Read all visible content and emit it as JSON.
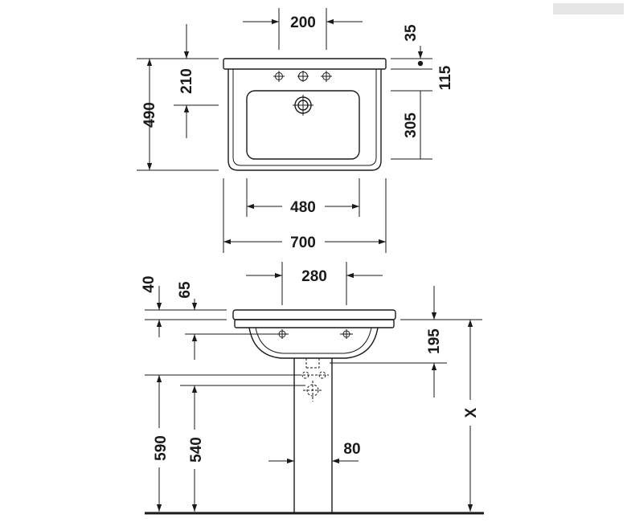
{
  "top_view": {
    "labels": {
      "tap_spacing": "200",
      "rim_to_tap": "35",
      "tap_to_bowl": "115",
      "overflow_depth": "210",
      "total_depth": "490",
      "bowl_depth": "305",
      "bowl_width": "480",
      "total_width": "700"
    }
  },
  "front_view": {
    "labels": {
      "mount_spacing": "280",
      "rim_thickness": "40",
      "rim_to_mount": "65",
      "mount_to_outlet": "195",
      "height_variable": "X",
      "outlet_height_590": "590",
      "outlet_height_540": "540",
      "pedestal_width": "80"
    }
  }
}
